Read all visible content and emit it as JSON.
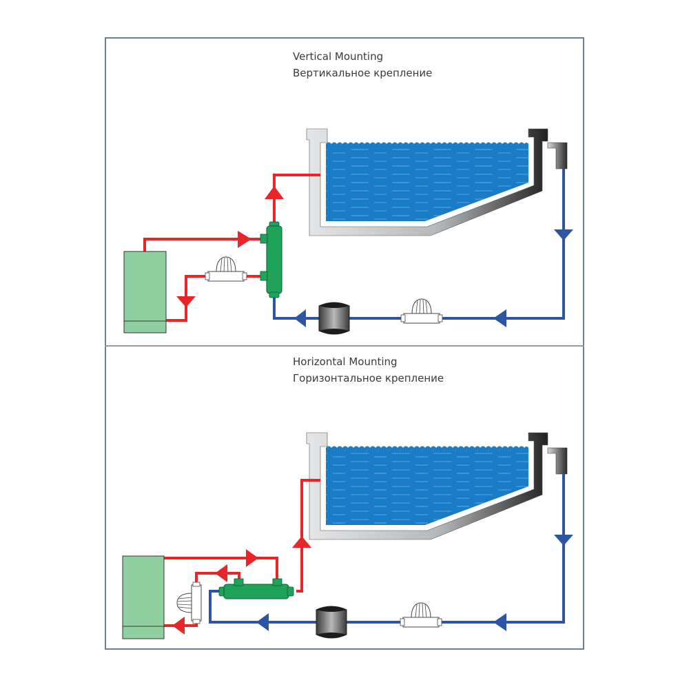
{
  "panels": [
    {
      "id": "vertical",
      "title_en": "Vertical Mounting",
      "title_ru": "Вертикальное крепление",
      "mounting": "vertical"
    },
    {
      "id": "horizontal",
      "title_en": "Horizontal Mounting",
      "title_ru": "Горизонтальное крепление",
      "mounting": "horizontal"
    }
  ],
  "components": {
    "boiler": "boiler",
    "heat_exchanger": "heat-exchanger",
    "flow_valve": "flow-control-valve",
    "pump": "pump",
    "pool": "swimming-pool",
    "skimmer": "skimmer"
  },
  "colors": {
    "hot_pipe": "#e8262a",
    "cold_pipe": "#2e55a4",
    "water": "#1a7cc7",
    "exchanger": "#1fa35a",
    "boiler": "#8fcfa0",
    "frame": "#6f7f8c"
  }
}
